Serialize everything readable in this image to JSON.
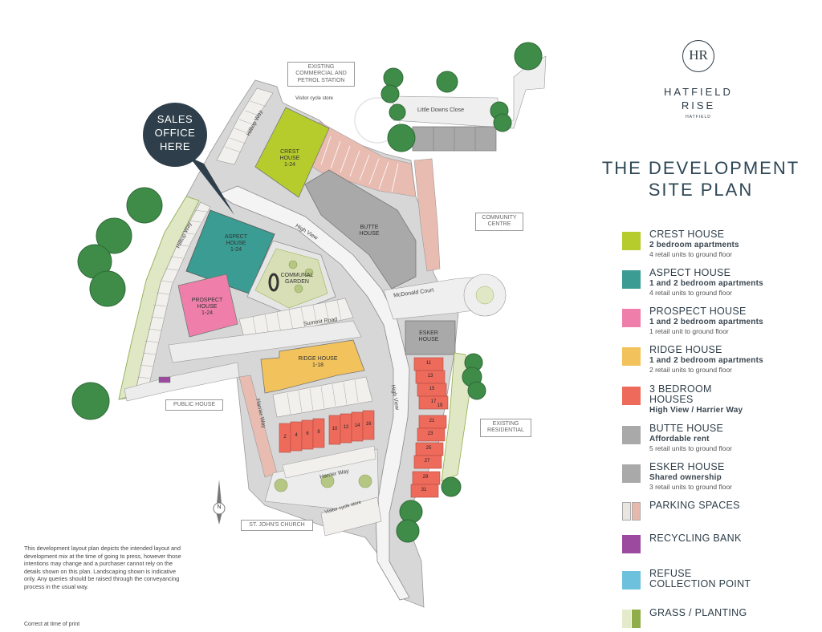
{
  "brand": {
    "monogram": "HR",
    "name_line1": "HATFIELD",
    "name_line2": "RISE",
    "town": "HATFIELD"
  },
  "title": {
    "line1": "THE DEVELOPMENT",
    "line2": "SITE PLAN"
  },
  "sales_callout": {
    "line1": "SALES",
    "line2": "OFFICE",
    "line3": "HERE",
    "color": "#2e3e4a"
  },
  "legend": [
    {
      "name": "CREST HOUSE",
      "desc": "2 bedroom apartments",
      "retail": "4 retail units to ground floor",
      "color": "#b5cc2c"
    },
    {
      "name": "ASPECT HOUSE",
      "desc": "1 and 2 bedroom apartments",
      "retail": "4 retail units to ground floor",
      "color": "#3a9c92"
    },
    {
      "name": "PROSPECT HOUSE",
      "desc": "1 and 2 bedroom apartments",
      "retail": "1 retail unit to ground floor",
      "color": "#ef7faa"
    },
    {
      "name": "RIDGE HOUSE",
      "desc": "1 and 2 bedroom apartments",
      "retail": "2 retail units to ground floor",
      "color": "#f2c35c"
    },
    {
      "name_line1": "3 BEDROOM",
      "name_line2": "HOUSES",
      "desc": "High View / Harrier Way",
      "color": "#ee6b5c"
    },
    {
      "name": "BUTTE HOUSE",
      "desc": "Affordable rent",
      "retail": "5 retail units to ground floor",
      "color": "#a9a9a9"
    },
    {
      "name": "ESKER HOUSE",
      "desc": "Shared ownership",
      "retail": "3 retail units to ground floor",
      "color": "#a9a9a9"
    },
    {
      "name": "PARKING SPACES",
      "color_a": "#e9e6e1",
      "color_b": "#e7b9ad"
    },
    {
      "name": "RECYCLING BANK",
      "color": "#9b4aa0"
    },
    {
      "name_line1": "REFUSE",
      "name_line2": "COLLECTION POINT",
      "color": "#6ec1dc"
    },
    {
      "name": "GRASS / PLANTING",
      "color_a": "#e3ebcb",
      "color_b": "#8fae4a"
    }
  ],
  "map_labels": {
    "existing_commercial": {
      "line1": "EXISTING",
      "line2": "COMMERCIAL AND",
      "line3": "PETROL STATION"
    },
    "community_centre": {
      "line1": "COMMUNITY",
      "line2": "CENTRE"
    },
    "public_house": "PUBLIC HOUSE",
    "existing_residential": {
      "line1": "EXISTING",
      "line2": "RESIDENTIAL"
    },
    "st_johns_church": "ST. JOHN'S CHURCH",
    "visitor_cycle_store": "Visitor cycle store",
    "communal_garden": {
      "line1": "COMMUNAL",
      "line2": "GARDEN"
    },
    "north": "N"
  },
  "buildings": {
    "crest": {
      "line1": "CREST",
      "line2": "HOUSE",
      "line3": "1-24"
    },
    "aspect": {
      "line1": "ASPECT",
      "line2": "HOUSE",
      "line3": "1-24"
    },
    "prospect": {
      "line1": "PROSPECT",
      "line2": "HOUSE",
      "line3": "1-24"
    },
    "ridge": {
      "line1": "RIDGE HOUSE",
      "line2": "1-18"
    },
    "butte": {
      "line1": "BUTTE",
      "line2": "HOUSE"
    },
    "esker": {
      "line1": "ESKER",
      "line2": "HOUSE"
    }
  },
  "roads": {
    "hilltop_way_1": "Hilltop Way",
    "hilltop_way_2": "Hilltop Way",
    "high_view_1": "High View",
    "high_view_2": "High View",
    "little_downs_close": "Little Downs Close",
    "mcdonald_court": "McDonald Court",
    "summit_road": "Summit Road",
    "harrier_way_1": "Harrier Way",
    "harrier_way_2": "Harrier Way"
  },
  "houses_south": [
    "2",
    "4",
    "6",
    "8",
    "10",
    "12",
    "14",
    "16"
  ],
  "houses_east": [
    "11",
    "13",
    "15",
    "17",
    "19",
    "21",
    "23",
    "25",
    "27",
    "29",
    "31"
  ],
  "disclaimer": "This development layout plan depicts the intended layout and development mix at the time of going to press, however those intentions may change and a purchaser cannot rely on the details shown on this plan. Landscaping shown is indicative only. Any queries should be raised through the conveyancing process in the usual way.",
  "correct": "Correct at time of print"
}
